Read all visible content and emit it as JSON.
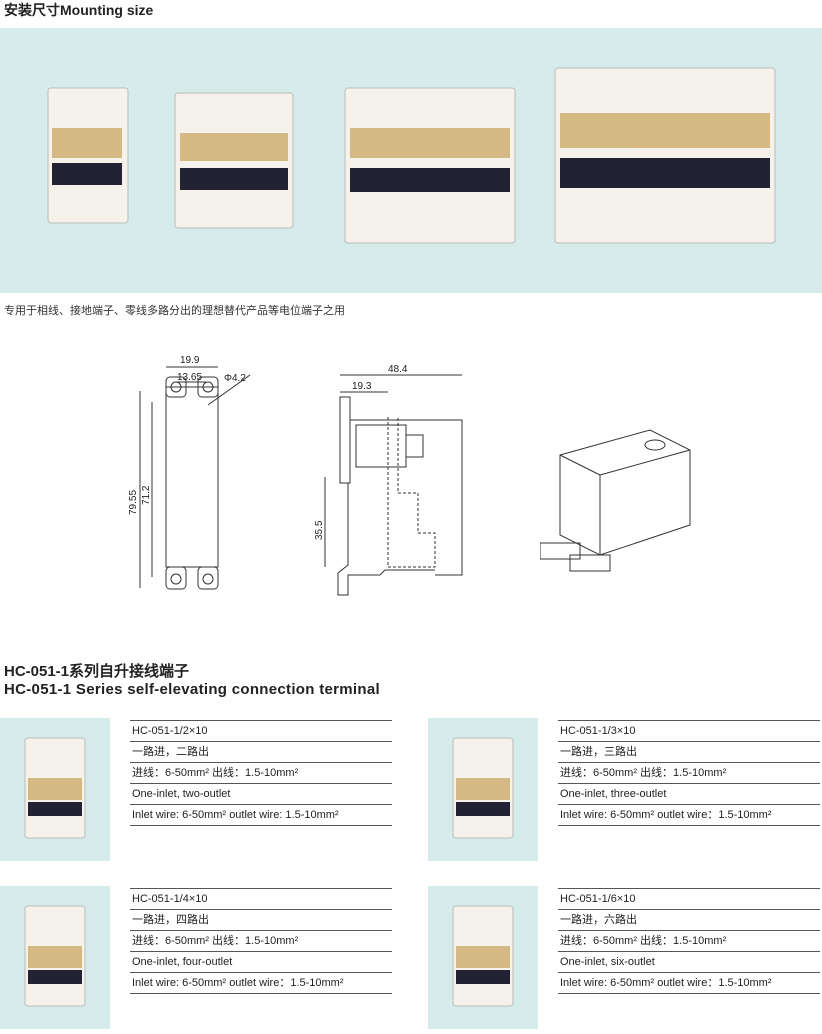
{
  "header": {
    "title": "安装尺寸Mounting size"
  },
  "caption": "专用于相线、接地端子、零线多路分出的理想替代产品等电位端子之用",
  "dimensions": {
    "front_width": "19.9",
    "hole_spacing": "13.65",
    "hole_dia": "Φ4.2",
    "total_height": "79.55",
    "hole_height": "71.2",
    "depth": "48.4",
    "depth_partial": "19.3",
    "rail_height": "35.5"
  },
  "series": {
    "title_cn": "HC-051-1系列自升接线端子",
    "title_en": "HC-051-1 Series self-elevating connection terminal"
  },
  "products": [
    {
      "model": "HC-051-1/2×10",
      "desc_cn": "一路进，二路出",
      "wire_cn": "进线：6-50mm² 出线：1.5-10mm²",
      "desc_en": "One-inlet, two-outlet",
      "wire_en": "Inlet wire: 6-50mm² outlet wire: 1.5-10mm²"
    },
    {
      "model": "HC-051-1/3×10",
      "desc_cn": "一路进，三路出",
      "wire_cn": "进线：6-50mm² 出线：1.5-10mm²",
      "desc_en": "One-inlet, three-outlet",
      "wire_en": "Inlet wire: 6-50mm² outlet wire：1.5-10mm²"
    },
    {
      "model": "HC-051-1/4×10",
      "desc_cn": "一路进，四路出",
      "wire_cn": "进线：6-50mm² 出线：1.5-10mm²",
      "desc_en": "One-inlet, four-outlet",
      "wire_en": "Inlet wire: 6-50mm² outlet wire：1.5-10mm²"
    },
    {
      "model": "HC-051-1/6×10",
      "desc_cn": "一路进，六路出",
      "wire_cn": "进线：6-50mm² 出线：1.5-10mm²",
      "desc_en": "One-inlet, six-outlet",
      "wire_en": "Inlet wire: 6-50mm² outlet wire：1.5-10mm²"
    }
  ]
}
